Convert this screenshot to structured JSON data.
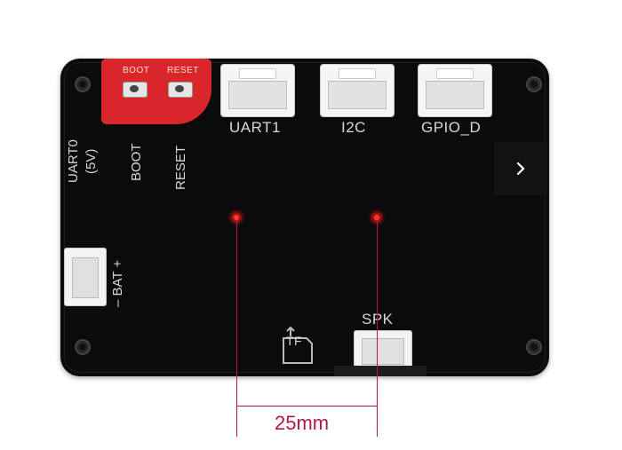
{
  "board": {
    "pcb_labels": {
      "boot": "BOOT",
      "reset": "RESET"
    },
    "connectors": [
      {
        "label": "UART1"
      },
      {
        "label": "I2C"
      },
      {
        "label": "GPIO_D"
      }
    ],
    "left_labels": {
      "uart0": "UART0",
      "uart0_sub": "(5V)",
      "boot": "BOOT",
      "reset": "RESET"
    },
    "bat_label": "– BAT +",
    "spk_label": "SPK",
    "tf_label": "TF"
  },
  "dimension": {
    "value": "25mm"
  },
  "nav": {
    "icon": "chevron-right-icon"
  },
  "colors": {
    "board": "#0b0b0b",
    "pcb": "#d9262a",
    "dimension": "#b5154b"
  }
}
